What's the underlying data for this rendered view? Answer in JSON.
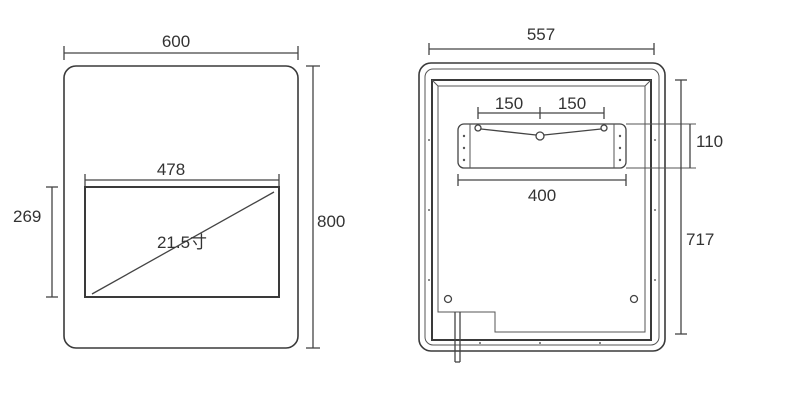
{
  "front_view": {
    "width_label": "600",
    "height_label": "800",
    "screen_width_label": "478",
    "screen_height_label": "269",
    "screen_size_label": "21.5寸"
  },
  "back_view": {
    "width_label": "557",
    "height_label": "717",
    "bracket_left_label": "150",
    "bracket_right_label": "150",
    "bracket_width_label": "400",
    "bracket_height_label": "110"
  }
}
